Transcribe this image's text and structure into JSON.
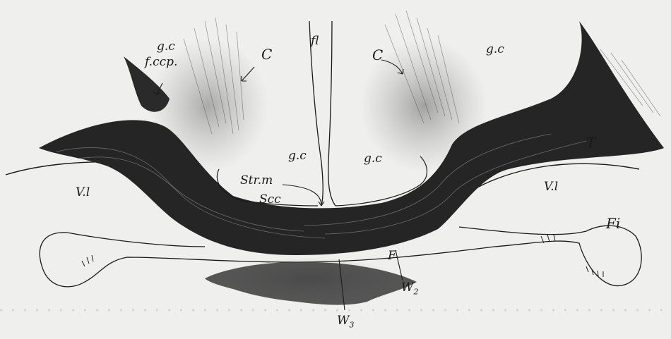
{
  "labels": {
    "gc_top_left": "g.c",
    "fccp": "f.ccp.",
    "c_left": "C",
    "fl": "fl",
    "c_right": "C",
    "gc_top_right": "g.c",
    "t": "T",
    "gc_mid_left": "g.c",
    "gc_mid_right": "g.c",
    "strm": "Str.m",
    "vl_right": "V.l",
    "vl_left": "V.l",
    "scc": "Scc",
    "fi": "Fi",
    "f": "F",
    "w2": "W",
    "w2_sub": "2",
    "w3": "W",
    "w3_sub": "3"
  },
  "colors": {
    "ink": "#1a1a1a",
    "paper": "#efefed",
    "shade": "#2a2a2a"
  }
}
